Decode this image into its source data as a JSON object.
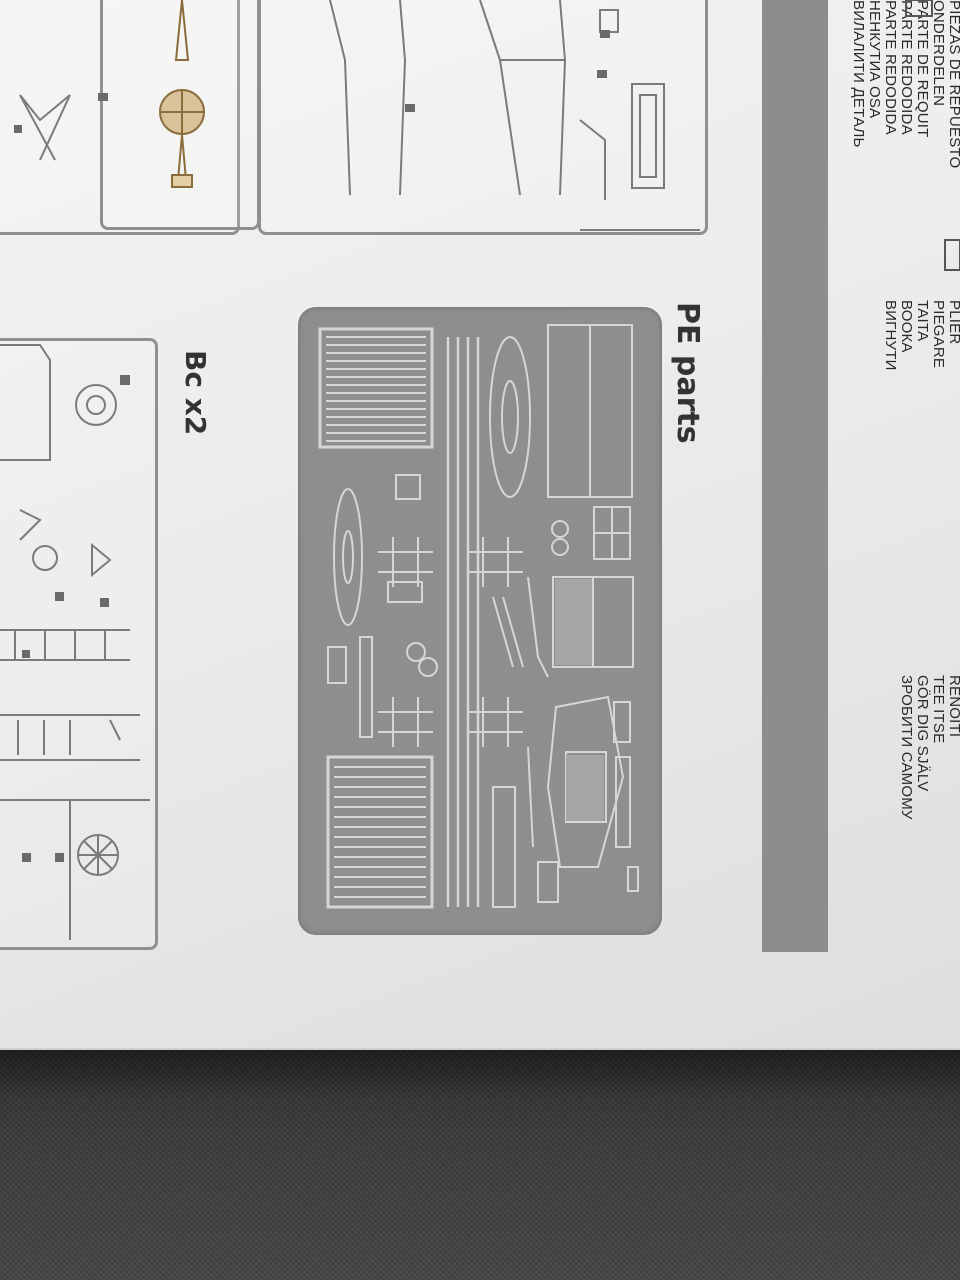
{
  "languages_top": [
    "PIEZAS DE REPUESTO",
    "ONDERDELEN",
    "PARTE DE REQUIT",
    "PARTE REDODIDA",
    "PARTE REDODIDA",
    "НЕНКУТИА OSA",
    "ВИЛАЛИТИ ДЕТАЛЬ"
  ],
  "languages_mid": [
    "PLIER",
    "PIEGARE",
    "TAITA",
    "ВООКА",
    "ВИГНУТИ"
  ],
  "languages_bottom": [
    "RENOITI",
    "TEE ITSE",
    "GÖR DIG SJÄLV",
    "ЗРОБИТИ САМОМУ"
  ],
  "pe_title": "PE parts",
  "bc_title": "Bc x2",
  "colors": {
    "paper": "#ececea",
    "gray_bar": "#8d8d8b",
    "pe_sheet": "#8e8e8c",
    "fabric": "#3a3a38"
  }
}
